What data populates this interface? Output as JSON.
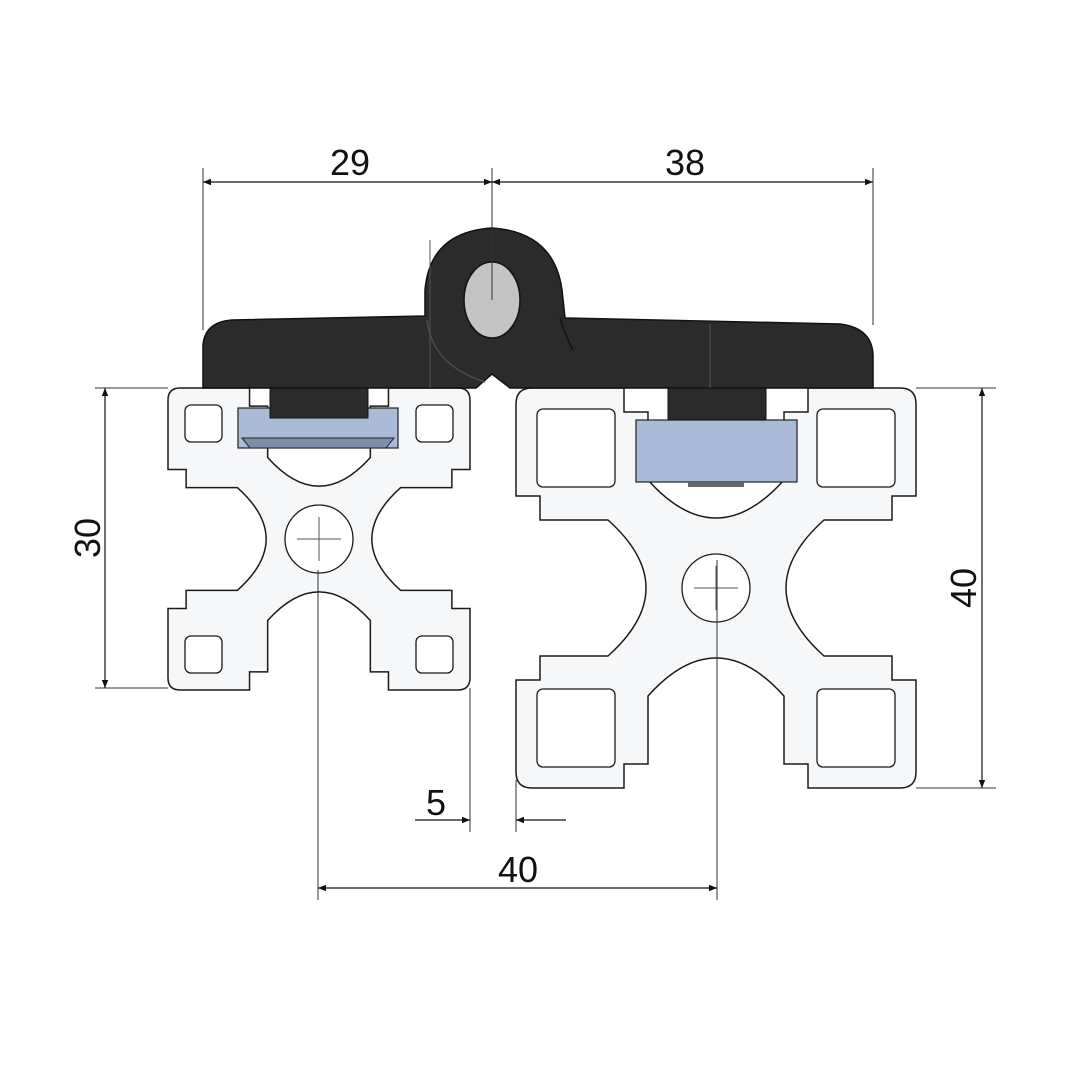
{
  "dimensions": {
    "hinge_left": "29",
    "hinge_right": "38",
    "profile_small_height": "30",
    "profile_large_height": "40",
    "gap": "5",
    "center_distance": "40"
  },
  "colors": {
    "hinge": "#2b2b2b",
    "pin": "#c4c4c4",
    "tnut": "#a9bbd6",
    "profile_fill": "#f6f7f9",
    "line": "#1a1a1a"
  }
}
